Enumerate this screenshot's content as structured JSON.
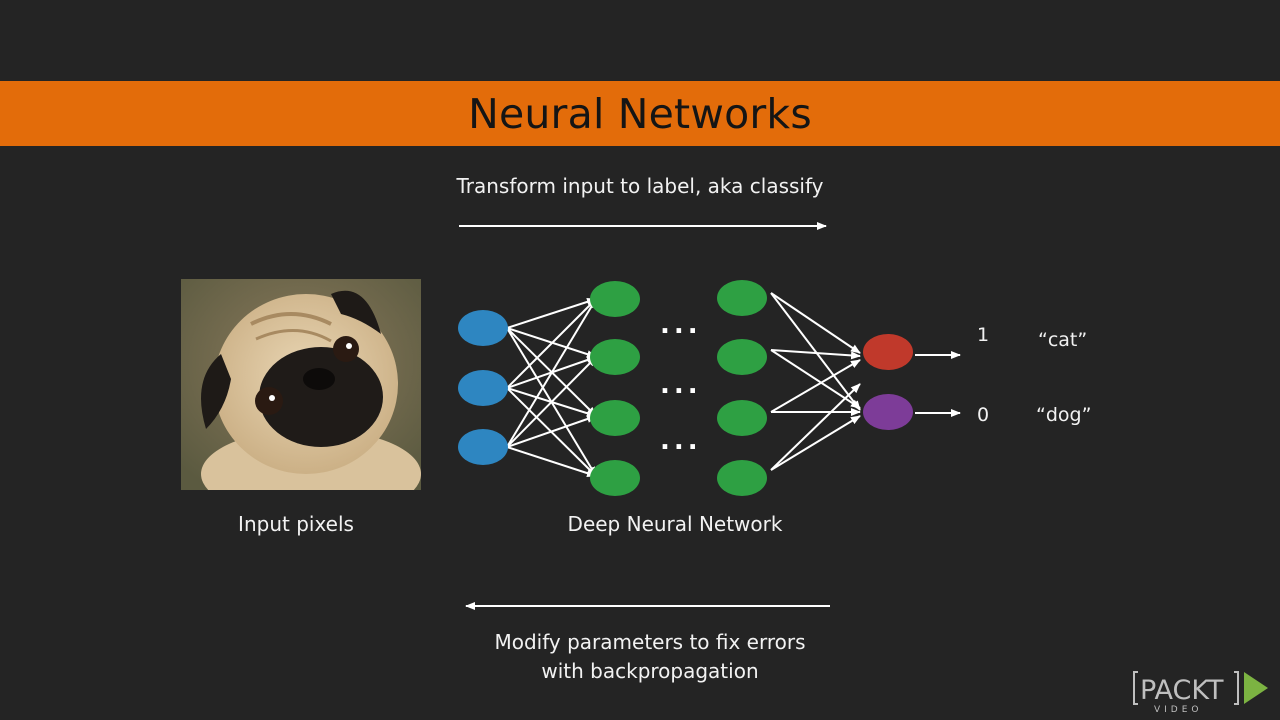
{
  "slide": {
    "title": "Neural Networks",
    "forward_caption": "Transform input to label, aka classify",
    "input_label": "Input pixels",
    "network_label": "Deep Neural Network",
    "backward_caption_line1": "Modify parameters to fix errors",
    "backward_caption_line2": "with backpropagation"
  },
  "outputs": [
    {
      "value": "1",
      "label": "“cat”",
      "color": "#c0392b"
    },
    {
      "value": "0",
      "label": "“dog”",
      "color": "#7d3c98"
    }
  ],
  "ellipsis": "...",
  "logo": {
    "text": "PACKT",
    "subtext": "VIDEO"
  },
  "colors": {
    "title_band": "#e36c0a",
    "input_node": "#2e86c1",
    "hidden_node": "#2ea043",
    "background": "#242424"
  },
  "icons": {
    "input_image": "pug-photo",
    "logo_play": "play-triangle-icon"
  }
}
